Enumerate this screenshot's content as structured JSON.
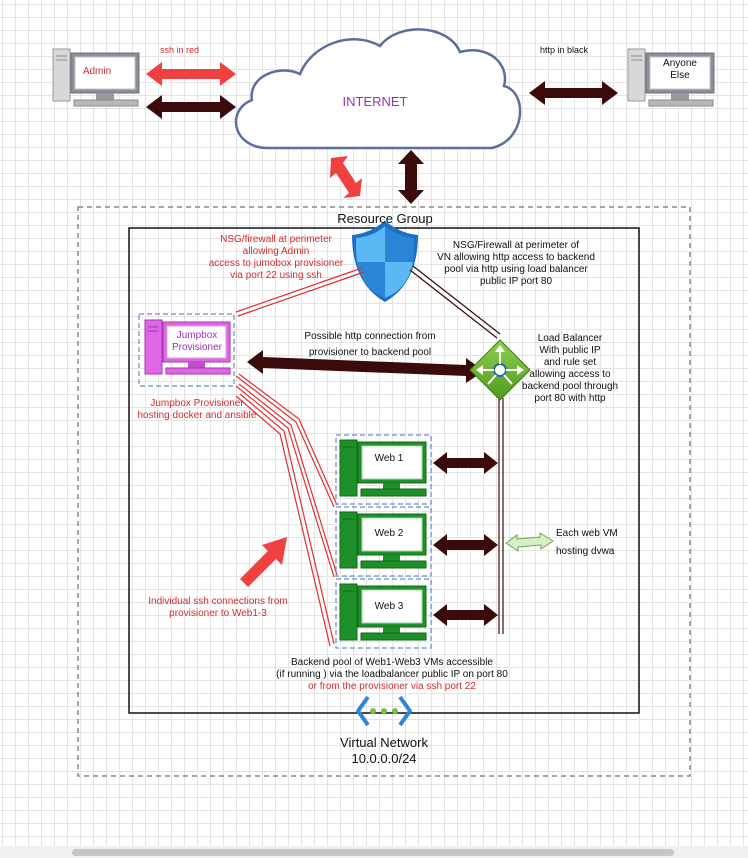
{
  "nodes": {
    "admin": "Admin",
    "anyone_else": "Anyone\nElse",
    "internet": "INTERNET",
    "jumpbox": "Jumpbox\nProvisioner",
    "web1": "Web 1",
    "web2": "Web 2",
    "web3": "Web 3"
  },
  "groups": {
    "resource_group": "Resource Group",
    "virtual_network": "Virtual Network",
    "vnet_cidr": "10.0.0.0/24"
  },
  "legend": {
    "ssh": "ssh in red",
    "http": "http in black"
  },
  "annotations": {
    "nsg_admin": [
      "NSG/firewall at perimeter",
      "allowing Admin",
      "access to jumobox provisioner",
      "via port 22 using ssh"
    ],
    "nsg_vn": [
      "NSG/Firewall at perimeter of",
      "VN allowing http access to backend",
      "pool via http using load balancer",
      "public IP port 80"
    ],
    "possible_http": [
      "Possible http connection from",
      "provisioner to backend pool"
    ],
    "load_balancer": [
      "Load Balancer",
      "With public IP",
      "and rule set",
      "allowing access to",
      "backend pool through",
      "port 80 with http"
    ],
    "jumpbox_desc": [
      "Jumpbox Provisioner",
      "hosting docker and ansible"
    ],
    "each_web": [
      "Each web VM",
      "hosting dvwa"
    ],
    "individual_ssh": [
      "Individual ssh connections from",
      "provisioner to Web1-3"
    ],
    "backend_pool": [
      "Backend pool of Web1-Web3 VMs accessible",
      "(if running ) via the loadbalancer public IP on port 80"
    ],
    "backend_pool_red": "or from the provisioner via ssh port 22"
  },
  "colors": {
    "ssh_red": "#f04040",
    "http_dark": "#3b0a0a",
    "cloud_stroke": "#5a6fa0",
    "vm_green": "#1f8f2a",
    "jumpbox_pink": "#e066e8",
    "shield_blue": "#2f86d6"
  }
}
